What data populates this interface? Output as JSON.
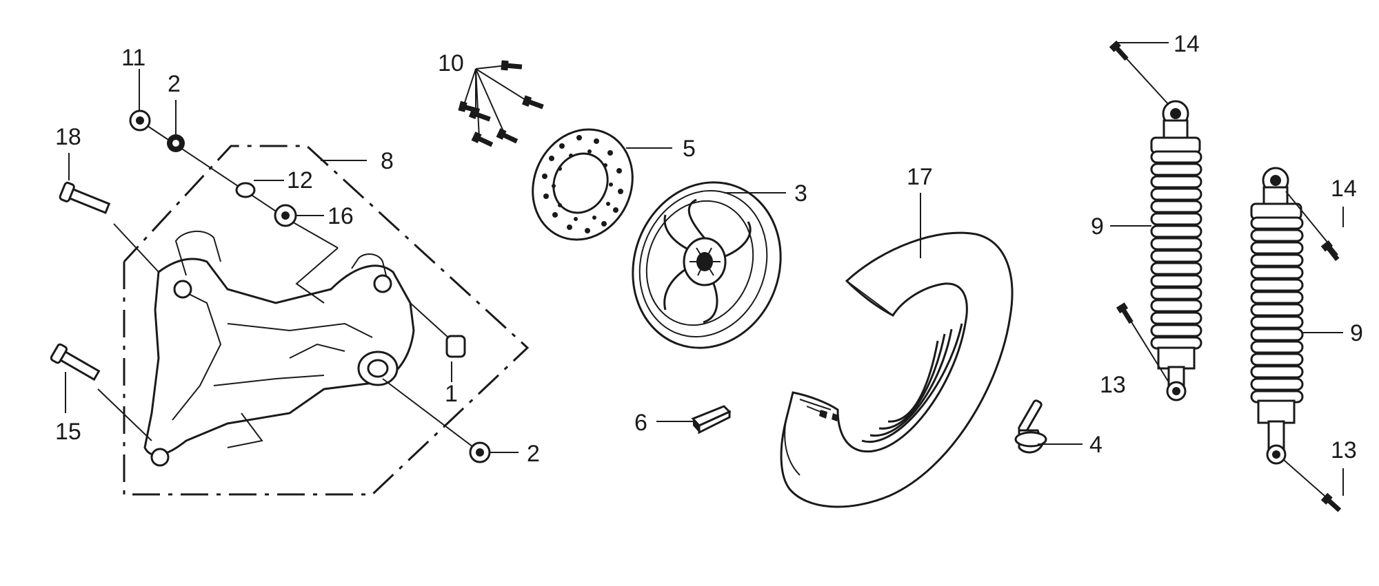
{
  "callouts": {
    "c1": "1",
    "c2a": "2",
    "c2b": "2",
    "c3": "3",
    "c4": "4",
    "c5": "5",
    "c6": "6",
    "c8": "8",
    "c9a": "9",
    "c9b": "9",
    "c10": "10",
    "c11": "11",
    "c12": "12",
    "c13a": "13",
    "c13b": "13",
    "c14a": "14",
    "c14b": "14",
    "c15": "15",
    "c16": "16",
    "c17": "17",
    "c18": "18"
  },
  "colors": {
    "line": "#1a1a1a",
    "background": "#ffffff"
  },
  "icons": {
    "swingarm": "swingarm-icon",
    "wheel_rim": "wheel-rim-icon",
    "tire": "tire-icon",
    "brake_disc": "brake-disc-icon",
    "shock_absorber": "shock-absorber-icon",
    "valve": "valve-icon",
    "bolt": "bolt-icon",
    "nut": "nut-icon",
    "balance_weight": "balance-weight-icon",
    "o_ring": "o-ring-icon",
    "collar": "collar-icon"
  }
}
